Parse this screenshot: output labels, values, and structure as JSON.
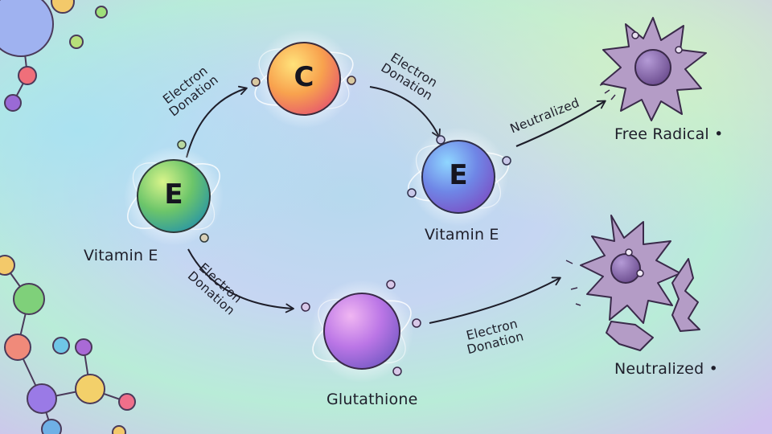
{
  "molecules": {
    "vitamin_c": {
      "letter": "C",
      "color": "#f59a4a"
    },
    "vitamin_e_left": {
      "letter": "E",
      "color": "#5cbf6e",
      "label": "Vitamin E"
    },
    "vitamin_e_right": {
      "letter": "E",
      "color": "#6f7fe0",
      "label": "Vitamin E"
    },
    "glutathione": {
      "color": "#b878e6",
      "label": "Glutathione"
    }
  },
  "radicals": {
    "top": {
      "label": "Free Radical •",
      "color": "#b49cc6"
    },
    "bottom": {
      "label": "Neutralized •",
      "color": "#b49cc6"
    }
  },
  "edges": {
    "e_to_c": [
      "Electron",
      "Donation"
    ],
    "c_to_e": [
      "Electron",
      "Donation"
    ],
    "e_to_radical": "Neutralized",
    "e_to_glutathione": [
      "Electron",
      "Donation"
    ],
    "glutathione_to_radical": [
      "Electron",
      "Donation"
    ]
  }
}
